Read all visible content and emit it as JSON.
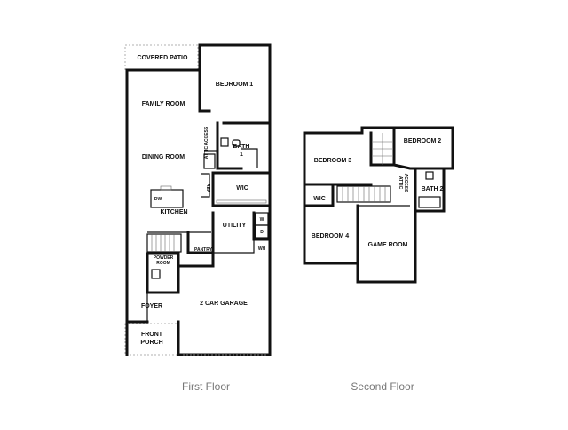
{
  "captions": {
    "first_floor": "First Floor",
    "second_floor": "Second Floor"
  },
  "first_floor": {
    "covered_patio": "COVERED PATIO",
    "bedroom_1": "BEDROOM 1",
    "family_room": "FAMILY ROOM",
    "attic_access": "ATTIC ACCESS",
    "bath_1_name": "BATH",
    "bath_1_num": "1",
    "dining_room": "DINING ROOM",
    "ref": "REF",
    "wic": "WIC",
    "dw": "DW",
    "kitchen": "KITCHEN",
    "w": "W",
    "d": "D",
    "utility": "UTILITY",
    "pantry": "PANTRY",
    "wh": "WH",
    "powder_room_1": "POWDER",
    "powder_room_2": "ROOM",
    "foyer": "FOYER",
    "garage": "2 CAR GARAGE",
    "front_porch_1": "FRONT",
    "front_porch_2": "PORCH"
  },
  "second_floor": {
    "bedroom_3": "BEDROOM 3",
    "bedroom_2": "BEDROOM 2",
    "attic_access_1": "ATTIC",
    "attic_access_2": "ACCESS",
    "bath_2": "BATH 2",
    "wic": "WIC",
    "bedroom_4": "BEDROOM 4",
    "game_room": "GAME ROOM"
  }
}
